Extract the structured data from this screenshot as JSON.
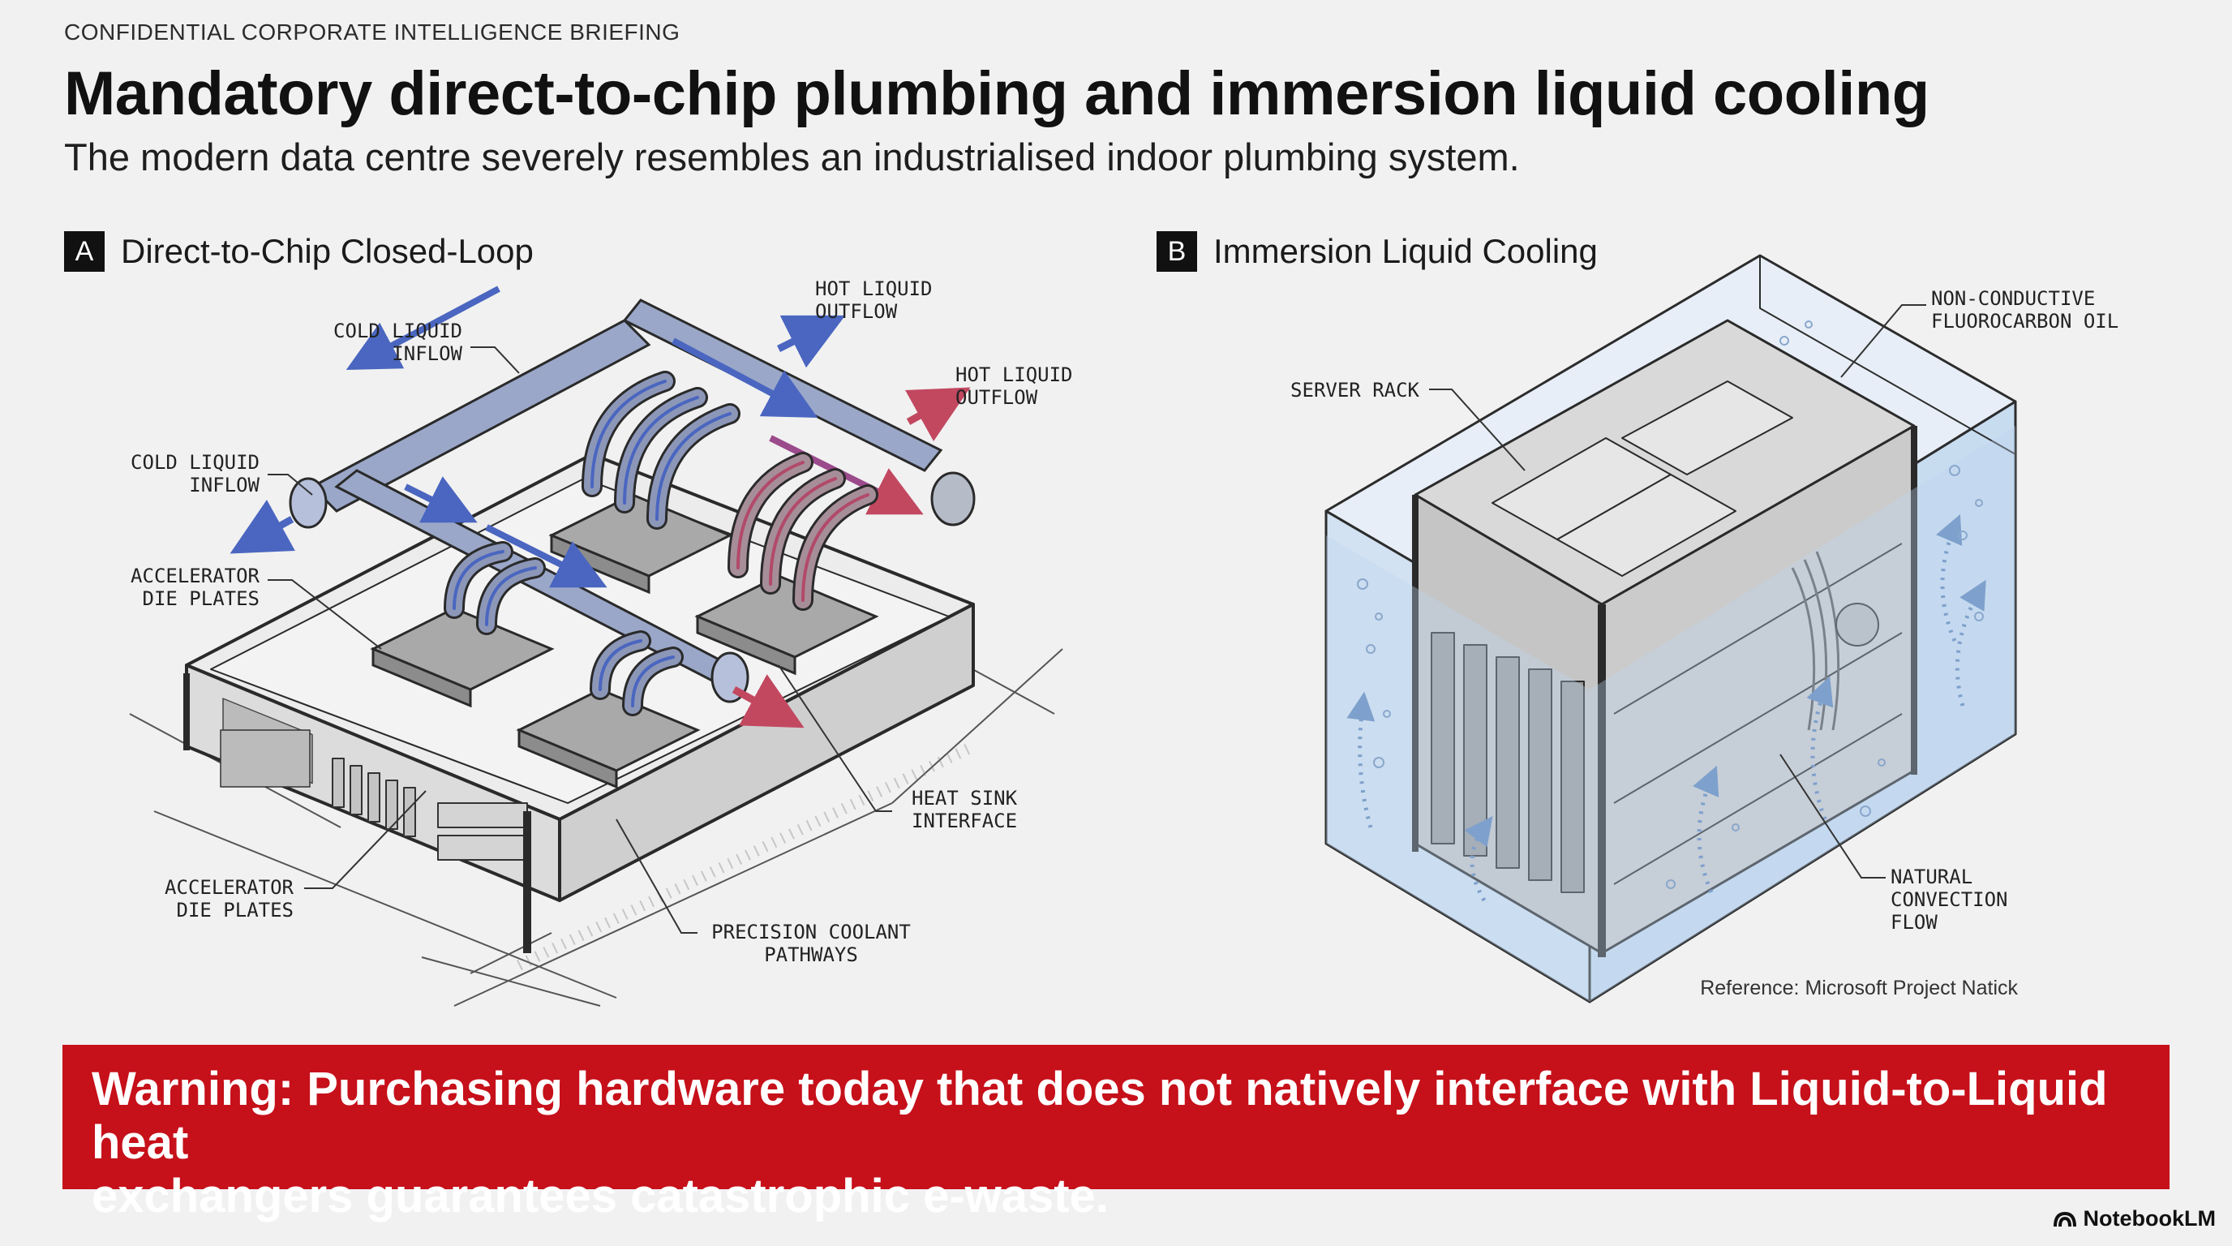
{
  "header": {
    "kicker": "CONFIDENTIAL CORPORATE INTELLIGENCE BRIEFING",
    "title": "Mandatory direct-to-chip plumbing and immersion liquid cooling",
    "subtitle": "The modern data centre severely resembles an industrialised indoor plumbing system."
  },
  "panel_a": {
    "badge": "A",
    "title": "Direct-to-Chip Closed-Loop",
    "labels": {
      "cold_inflow_top": [
        "COLD LIQUID",
        "INFLOW"
      ],
      "cold_inflow_left": [
        "COLD LIQUID",
        "INFLOW"
      ],
      "hot_outflow_top": [
        "HOT LIQUID",
        "OUTFLOW"
      ],
      "hot_outflow_right": [
        "HOT LIQUID",
        "OUTFLOW"
      ],
      "accelerator_upper": [
        "ACCELERATOR",
        "DIE PLATES"
      ],
      "accelerator_lower": [
        "ACCELERATOR",
        "DIE PLATES"
      ],
      "heat_sink": [
        "HEAT SINK",
        "INTERFACE"
      ],
      "pathways": [
        "PRECISION COOLANT",
        "PATHWAYS"
      ]
    }
  },
  "panel_b": {
    "badge": "B",
    "title": "Immersion Liquid Cooling",
    "labels": {
      "oil": [
        "NON-CONDUCTIVE",
        "FLUOROCARBON OIL"
      ],
      "rack": [
        "SERVER RACK"
      ],
      "convection": [
        "NATURAL",
        "CONVECTION",
        "FLOW"
      ]
    },
    "reference": "Reference: Microsoft Project Natick"
  },
  "warning": {
    "line1": "Warning: Purchasing hardware today that does not natively interface with Liquid-to-Liquid heat",
    "line2": "exchangers guarantees catastrophic e-waste."
  },
  "branding": {
    "name": "NotebookLM",
    "icon": "notebooklm-logo-icon"
  },
  "colors": {
    "cold": "#5b74c4",
    "hot": "#c24860",
    "warning_bg": "#c6101a",
    "liquid": "#dbe8f6"
  }
}
